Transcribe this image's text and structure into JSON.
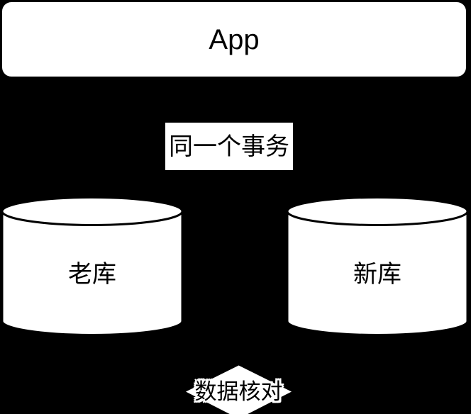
{
  "colors": {
    "background": "#000000",
    "shape_fill": "#ffffff",
    "shape_stroke": "#000000",
    "text": "#000000",
    "label_halo": "#ffffff"
  },
  "nodes": {
    "app": {
      "label": "App"
    },
    "transaction": {
      "label": "同一个事务"
    },
    "old_db": {
      "label": "老库"
    },
    "new_db": {
      "label": "新库"
    },
    "data_check": {
      "label": "数据核对"
    }
  }
}
